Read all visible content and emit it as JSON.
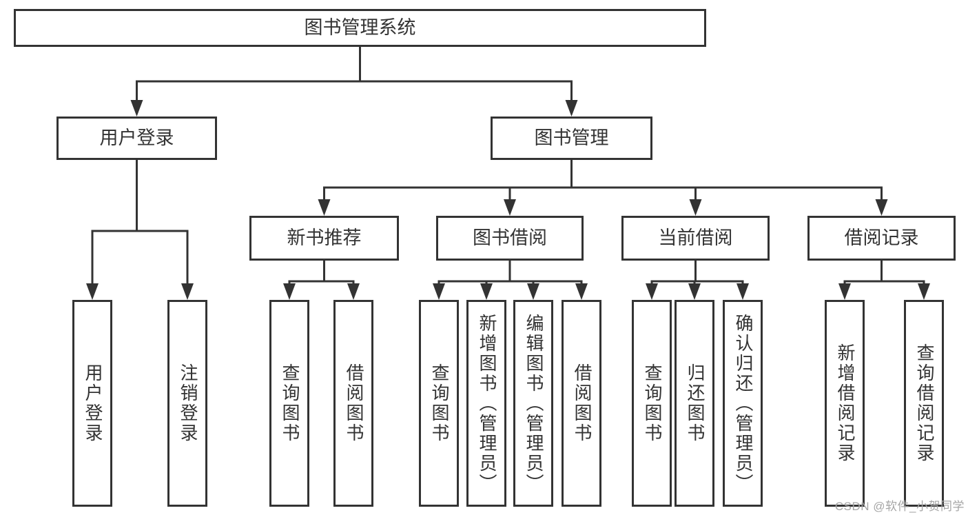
{
  "diagram": {
    "type": "tree-diagram",
    "title": "图书管理系统"
  },
  "colors": {
    "line": "#333333",
    "box_border": "#333333",
    "text": "#333333",
    "background": "#ffffff",
    "watermark": "#a5a5a5"
  },
  "nodes": {
    "root": "图书管理系统",
    "user_login": "用户登录",
    "book_mgmt": "图书管理",
    "leaf_user_login": "用户登录",
    "leaf_logout": "注销登录",
    "new_book_rec": "新书推荐",
    "book_borrow": "图书借阅",
    "current_borrow": "当前借阅",
    "borrow_records": "借阅记录",
    "nbr_query": "查询图书",
    "nbr_borrow": "借阅图书",
    "bb_query": "查询图书",
    "bb_add": "新增图书（管理员）",
    "bb_edit": "编辑图书（管理员）",
    "bb_borrow": "借阅图书",
    "cb_query": "查询图书",
    "cb_return": "归还图书",
    "cb_confirm": "确认归还（管理员）",
    "br_add": "新增借阅记录",
    "br_query": "查询借阅记录"
  },
  "hierarchy": {
    "root": [
      "user_login",
      "book_mgmt"
    ],
    "user_login": [
      "leaf_user_login",
      "leaf_logout"
    ],
    "book_mgmt": [
      "new_book_rec",
      "book_borrow",
      "current_borrow",
      "borrow_records"
    ],
    "new_book_rec": [
      "nbr_query",
      "nbr_borrow"
    ],
    "book_borrow": [
      "bb_query",
      "bb_add",
      "bb_edit",
      "bb_borrow"
    ],
    "current_borrow": [
      "cb_query",
      "cb_return",
      "cb_confirm"
    ],
    "borrow_records": [
      "br_add",
      "br_query"
    ]
  },
  "watermark": "CSDN @软件_小贺同学"
}
